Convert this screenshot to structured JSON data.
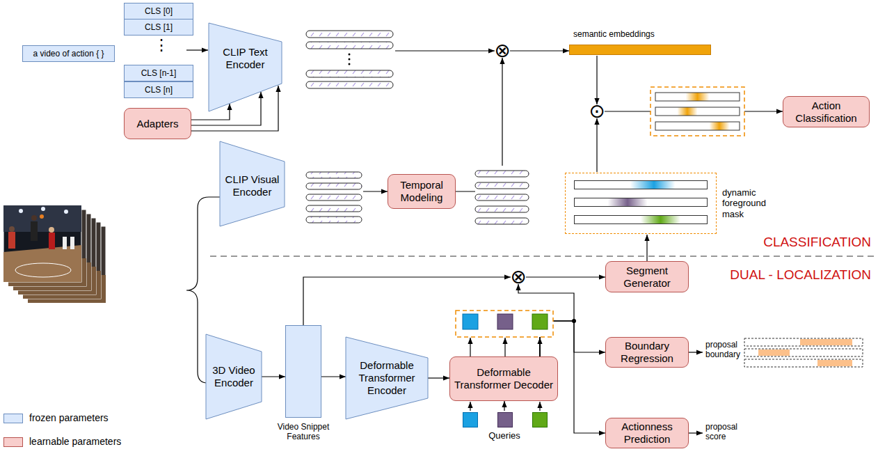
{
  "diagram": {
    "nodes": [
      {
        "text": [
          "a video of action { }"
        ]
      },
      {
        "text": [
          "CLS [0]"
        ]
      },
      {
        "text": [
          "CLS [1]"
        ]
      },
      {
        "text": [
          "CLS [n-1]"
        ]
      },
      {
        "text": [
          "CLS [n]"
        ]
      },
      {
        "text": [
          "CLIP Text Encoder"
        ]
      },
      {
        "text": [
          "Adapters"
        ]
      },
      {
        "text": [
          "⊗"
        ]
      },
      {
        "text": [
          "semantic embeddings"
        ]
      },
      {
        "text": [
          "⊙"
        ]
      },
      {
        "text": [
          "Action Classification"
        ]
      },
      {
        "text": [
          "CLIP Visual Encoder"
        ]
      },
      {
        "text": [
          "Temporal Modeling"
        ]
      },
      {
        "text": [
          "dynamic foreground mask"
        ]
      },
      {
        "text": [
          "⊗"
        ]
      },
      {
        "text": [
          "Segment Generator"
        ]
      },
      {
        "text": [
          "3D Video Encoder"
        ]
      },
      {
        "text": [
          "Video Snippet Features"
        ]
      },
      {
        "text": [
          "Deformable Transformer Encoder"
        ]
      },
      {
        "text": [
          "Deformable Transformer Decoder"
        ]
      },
      {
        "text": [
          "Queries"
        ]
      },
      {
        "text": [
          "Boundary Regression"
        ]
      },
      {
        "text": [
          "Actionness Prediction"
        ]
      }
    ],
    "edges": [
      {
        "from": 6,
        "to": 5,
        "arrow": "to"
      },
      {
        "from": 5,
        "to": 7,
        "arrow": "to"
      },
      {
        "from": 11,
        "to": 12,
        "arrow": "to"
      },
      {
        "from": 12,
        "to": 7,
        "arrow": "to"
      },
      {
        "from": 7,
        "to": 8,
        "arrow": "to"
      },
      {
        "from": 8,
        "to": 9,
        "arrow": "to"
      },
      {
        "from": 13,
        "to": 9,
        "arrow": "to"
      },
      {
        "from": 9,
        "to": 10,
        "arrow": "to"
      },
      {
        "from": 15,
        "to": 13,
        "arrow": "to"
      },
      {
        "from": 16,
        "to": 17,
        "arrow": "to"
      },
      {
        "from": 17,
        "to": 18,
        "arrow": "to"
      },
      {
        "from": 18,
        "to": 19,
        "arrow": "to"
      },
      {
        "from": 20,
        "to": 19,
        "arrow": "to"
      },
      {
        "from": 17,
        "to": 14,
        "arrow": "to"
      },
      {
        "from": 19,
        "to": 14,
        "arrow": "to"
      },
      {
        "from": 14,
        "to": 15,
        "arrow": "to"
      },
      {
        "from": 19,
        "to": 21,
        "arrow": "to"
      },
      {
        "from": 19,
        "to": 22,
        "arrow": "to"
      }
    ],
    "labels": [
      "⋮",
      "CLASSIFICATION",
      "DUAL - LOCALIZATION",
      "proposal boundary",
      "proposal score"
    ],
    "legend": [
      {
        "text": "frozen parameters",
        "color": "#dae8fc"
      },
      {
        "text": "learnable parameters",
        "color": "#f8cecc"
      }
    ]
  }
}
